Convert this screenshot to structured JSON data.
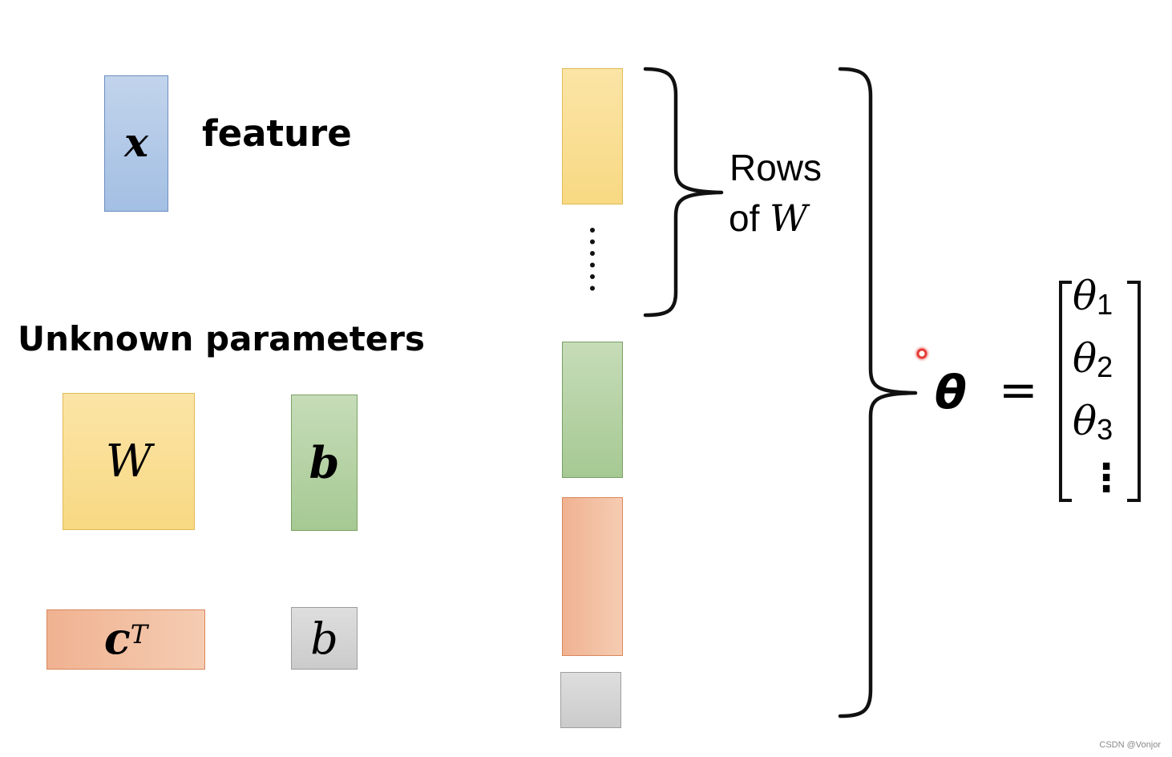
{
  "feature": {
    "symbol": "x",
    "label": "feature"
  },
  "unknown_parameters": {
    "heading": "Unknown parameters",
    "W": "W",
    "b_vector": "b",
    "c": "c",
    "c_superscript": "T",
    "b_scalar": "b"
  },
  "rows_label": {
    "line1": "Rows",
    "line2_prefix": "of ",
    "line2_symbol": "W"
  },
  "theta": {
    "symbol": "θ",
    "equals": "=",
    "vector": [
      {
        "base": "θ",
        "sub": "1"
      },
      {
        "base": "θ",
        "sub": "2"
      },
      {
        "base": "θ",
        "sub": "3"
      }
    ],
    "vdots": "⋮"
  },
  "colors": {
    "blue": "#a3bfe3",
    "yellow": "#f8d983",
    "green": "#a6c993",
    "orange": "#f0b291",
    "gray": "#cbcbcb",
    "pointer": "#e53935"
  },
  "credit": "CSDN @Vonjor"
}
